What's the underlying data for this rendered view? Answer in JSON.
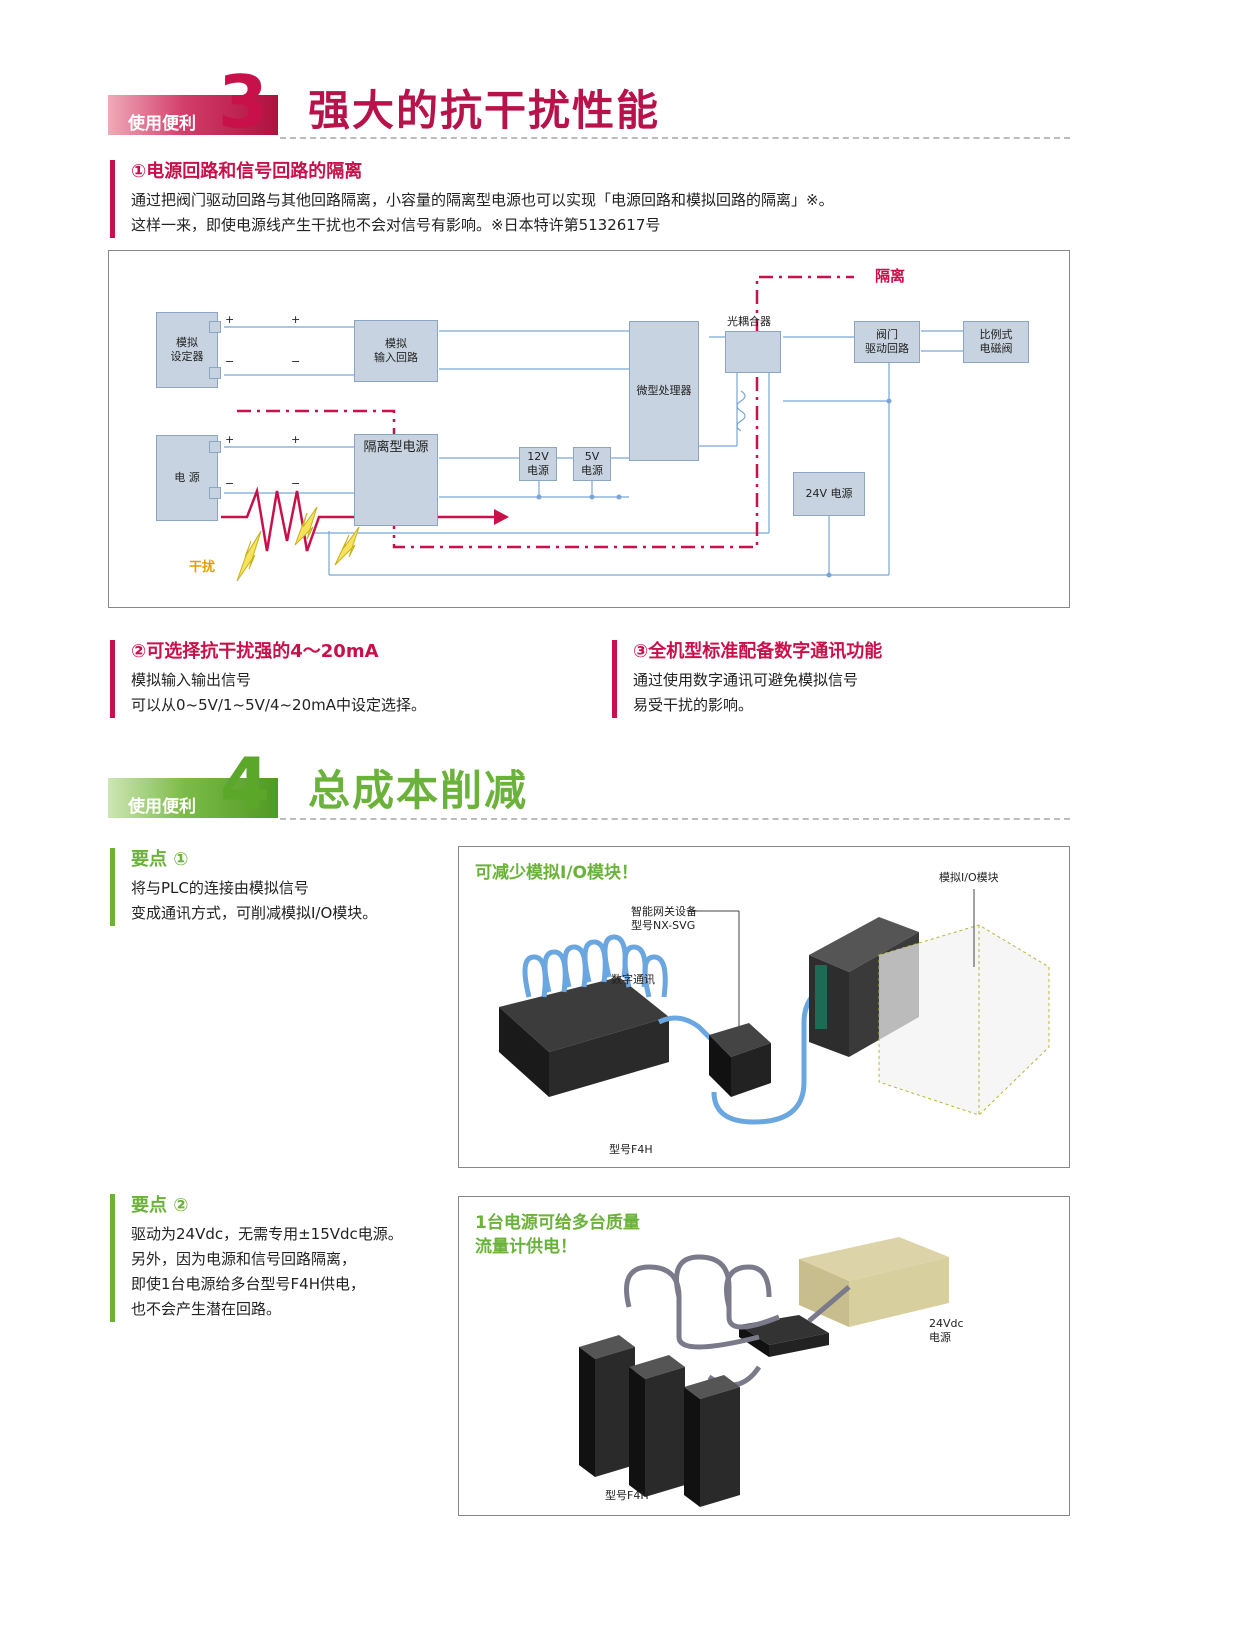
{
  "benefit3": {
    "tag": "使用便利",
    "num": "3",
    "title": "强大的抗干扰性能",
    "sub1": {
      "title": "①电源回路和信号回路的隔离",
      "line1": "通过把阀门驱动回路与其他回路隔离，小容量的隔离型电源也可以实现「电源回路和模拟回路的隔离」※。",
      "line2": "这样一来，即使电源线产生干扰也不会对信号有影响。※日本特许第5132617号"
    },
    "sub2": {
      "title": "②可选择抗干扰强的4～20mA",
      "line1": "模拟输入输出信号",
      "line2": "可以从0~5V/1~5V/4~20mA中设定选择。"
    },
    "sub3": {
      "title": "③全机型标准配备数字通讯功能",
      "line1": "通过使用数字通讯可避免模拟信号",
      "line2": "易受干扰的影响。"
    }
  },
  "diagram": {
    "isolation": "隔离",
    "analog_setter": [
      "模拟",
      "设定器"
    ],
    "analog_input": [
      "模拟",
      "输入回路"
    ],
    "power": "电 源",
    "isolated_power": "隔离型电源",
    "v12": [
      "12V",
      "电源"
    ],
    "v5": [
      "5V",
      "电源"
    ],
    "cpu": "微型处理器",
    "optocoupler": "光耦合器",
    "valve_drive": [
      "阀门",
      "驱动回路"
    ],
    "solenoid": [
      "比例式",
      "电磁阀"
    ],
    "v24": "24V 电源",
    "noise": "干扰",
    "plus": "+",
    "minus": "−"
  },
  "benefit4": {
    "tag": "使用便利",
    "num": "4",
    "title": "总成本削减",
    "point1": {
      "title": "要点 ①",
      "line1": "将与PLC的连接由模拟信号",
      "line2": "变成通讯方式，可削减模拟I/O模块。"
    },
    "point2": {
      "title": "要点 ②",
      "line1": "驱动为24Vdc，无需专用±15Vdc电源。",
      "line2": "另外，因为电源和信号回路隔离，",
      "line3": "即使1台电源给多台型号F4H供电，",
      "line4": "也不会产生潜在回路。"
    },
    "photo1": {
      "title": "可减少模拟I/O模块！",
      "gateway1": "智能网关设备",
      "gateway2": "型号NX-SVG",
      "digital": "数字通讯",
      "io_module": "模拟I/O模块",
      "model": "型号F4H"
    },
    "photo2": {
      "title1": "1台电源可给多台质量",
      "title2": "流量计供电！",
      "psu1": "24Vdc",
      "psu2": "电源",
      "model": "型号F4H"
    }
  },
  "colors": {
    "red": "#c8104a",
    "green": "#6ab23a",
    "box": "#c7d3e0",
    "line": "#7aa6d6"
  }
}
